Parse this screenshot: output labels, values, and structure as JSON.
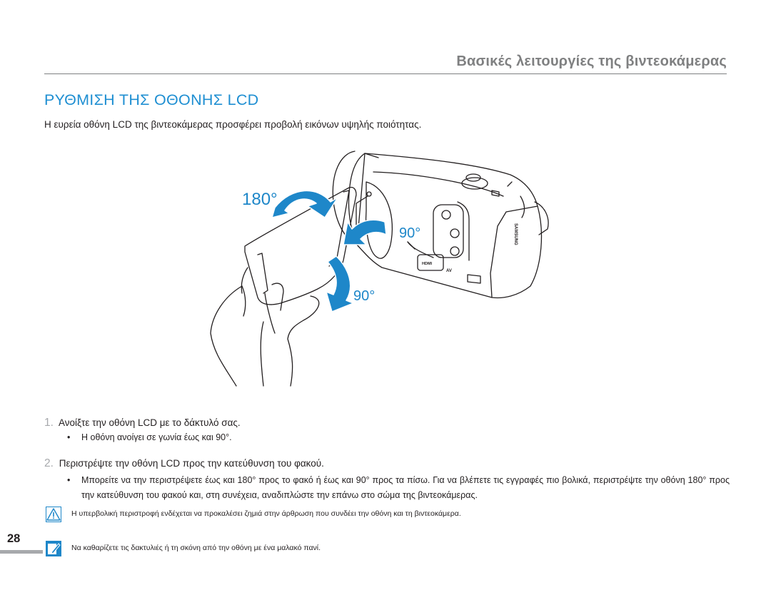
{
  "header": {
    "title": "Βασικές λειτουργίες της βιντεοκάμερας"
  },
  "section": {
    "title": "ΡΥΘΜΙΣΗ ΤΗΣ ΟΘΟΝΗΣ LCD",
    "intro": "Η ευρεία οθόνη LCD της βιντεοκάμερας προσφέρει προβολή εικόνων υψηλής ποιότητας."
  },
  "illustration": {
    "angle_top": "180°",
    "angle_side": "90°",
    "angle_bottom": "90°",
    "port_hdmi": "HDMI",
    "port_av": "AV",
    "brand_vertical": "SAMSUNG",
    "accent_color": "#1e87c9"
  },
  "steps": [
    {
      "number": "1.",
      "text": "Ανοίξτε την οθόνη LCD με το δάκτυλό σας.",
      "bullets": [
        "Η οθόνη ανοίγει σε γωνία έως και 90°."
      ]
    },
    {
      "number": "2.",
      "text": "Περιστρέψτε την οθόνη LCD προς την κατεύθυνση του φακού.",
      "bullets": [
        "Μπορείτε να την περιστρέψετε έως και 180° προς το φακό ή έως και 90° προς τα πίσω. Για να βλέπετε τις εγγραφές πιο βολικά, περιστρέψτε την οθόνη 180° προς την κατεύθυνση του φακού και, στη συνέχεια, αναδιπλώστε την επάνω στο σώμα της βιντεοκάμερας."
      ]
    }
  ],
  "notes": [
    {
      "icon": "warning-icon",
      "text": "Η υπερβολική περιστροφή ενδέχεται να προκαλέσει ζημιά στην άρθρωση που συνδέει την οθόνη και τη βιντεοκάμερα."
    },
    {
      "icon": "note-pencil-icon",
      "text": "Να καθαρίζετε τις δακτυλιές ή τη σκόνη από την οθόνη με ένα μαλακό πανί."
    }
  ],
  "page": {
    "number": "28"
  }
}
